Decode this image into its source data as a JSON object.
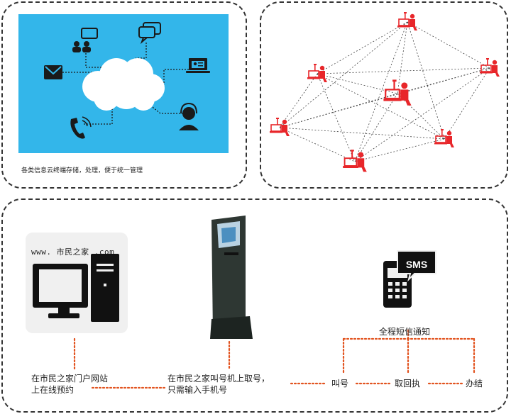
{
  "cloud_panel": {
    "caption": "各类信息云终端存储，处理，便于统一管理",
    "colors": {
      "background": "#33b6ea",
      "cloud": "#ffffff",
      "icons": "#1a1a1a"
    },
    "icons": [
      "chat-icon",
      "speech-bubble-icon",
      "envelope-icon",
      "laptop-profile-icon",
      "phone-icon",
      "user-headset-icon",
      "cloud-icon"
    ]
  },
  "network_panel": {
    "colors": {
      "node": "#e8262a",
      "link": "#444444"
    },
    "icons": [
      "workstation-user-icon"
    ]
  },
  "process_panel": {
    "website": "www. 市民之家 .com",
    "online_step": [
      "在市民之家门户网站",
      "上在线预约"
    ],
    "kiosk_step": [
      "在市民之家叫号机上取号，",
      "只需输入手机号"
    ],
    "sms": {
      "badge": "SMS",
      "title": "全程短信通知",
      "stages": [
        "叫号",
        "取回执",
        "办结"
      ]
    },
    "colors": {
      "connector": "#e2531f",
      "tile": "#f0f0f0"
    }
  }
}
